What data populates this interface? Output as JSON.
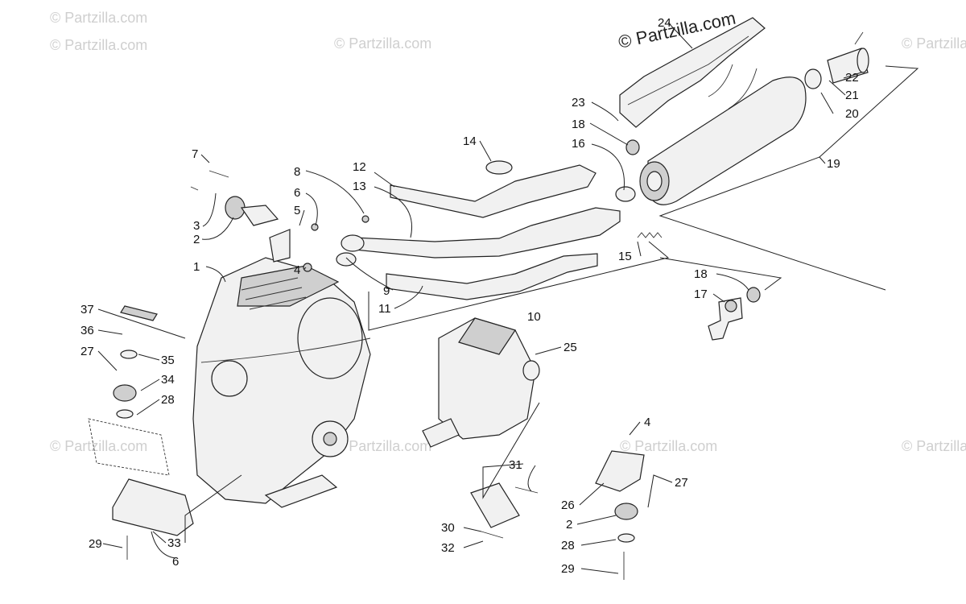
{
  "watermarks": {
    "main": "© Partzilla.com",
    "faint": "© Partzilla.com"
  },
  "labels": [
    {
      "id": "l1",
      "text": "1"
    },
    {
      "id": "l2a",
      "text": "2"
    },
    {
      "id": "l3",
      "text": "3"
    },
    {
      "id": "l4a",
      "text": "4"
    },
    {
      "id": "l5",
      "text": "5"
    },
    {
      "id": "l6a",
      "text": "6"
    },
    {
      "id": "l7",
      "text": "7"
    },
    {
      "id": "l8",
      "text": "8"
    },
    {
      "id": "l9",
      "text": "9"
    },
    {
      "id": "l10",
      "text": "10"
    },
    {
      "id": "l11",
      "text": "11"
    },
    {
      "id": "l12",
      "text": "12"
    },
    {
      "id": "l13",
      "text": "13"
    },
    {
      "id": "l14",
      "text": "14"
    },
    {
      "id": "l15",
      "text": "15"
    },
    {
      "id": "l16",
      "text": "16"
    },
    {
      "id": "l17",
      "text": "17"
    },
    {
      "id": "l18a",
      "text": "18"
    },
    {
      "id": "l18b",
      "text": "18"
    },
    {
      "id": "l19",
      "text": "19"
    },
    {
      "id": "l20",
      "text": "20"
    },
    {
      "id": "l21",
      "text": "21"
    },
    {
      "id": "l22",
      "text": "22"
    },
    {
      "id": "l23",
      "text": "23"
    },
    {
      "id": "l24",
      "text": "24"
    },
    {
      "id": "l25",
      "text": "25"
    },
    {
      "id": "l26",
      "text": "26"
    },
    {
      "id": "l27a",
      "text": "27"
    },
    {
      "id": "l27b",
      "text": "27"
    },
    {
      "id": "l28a",
      "text": "28"
    },
    {
      "id": "l28b",
      "text": "28"
    },
    {
      "id": "l29a",
      "text": "29"
    },
    {
      "id": "l29b",
      "text": "29"
    },
    {
      "id": "l30",
      "text": "30"
    },
    {
      "id": "l31",
      "text": "31"
    },
    {
      "id": "l32",
      "text": "32"
    },
    {
      "id": "l33",
      "text": "33"
    },
    {
      "id": "l34",
      "text": "34"
    },
    {
      "id": "l35",
      "text": "35"
    },
    {
      "id": "l36",
      "text": "36"
    },
    {
      "id": "l37",
      "text": "37"
    },
    {
      "id": "l2b",
      "text": "2"
    },
    {
      "id": "l4b",
      "text": "4"
    },
    {
      "id": "l6b",
      "text": "6"
    }
  ]
}
